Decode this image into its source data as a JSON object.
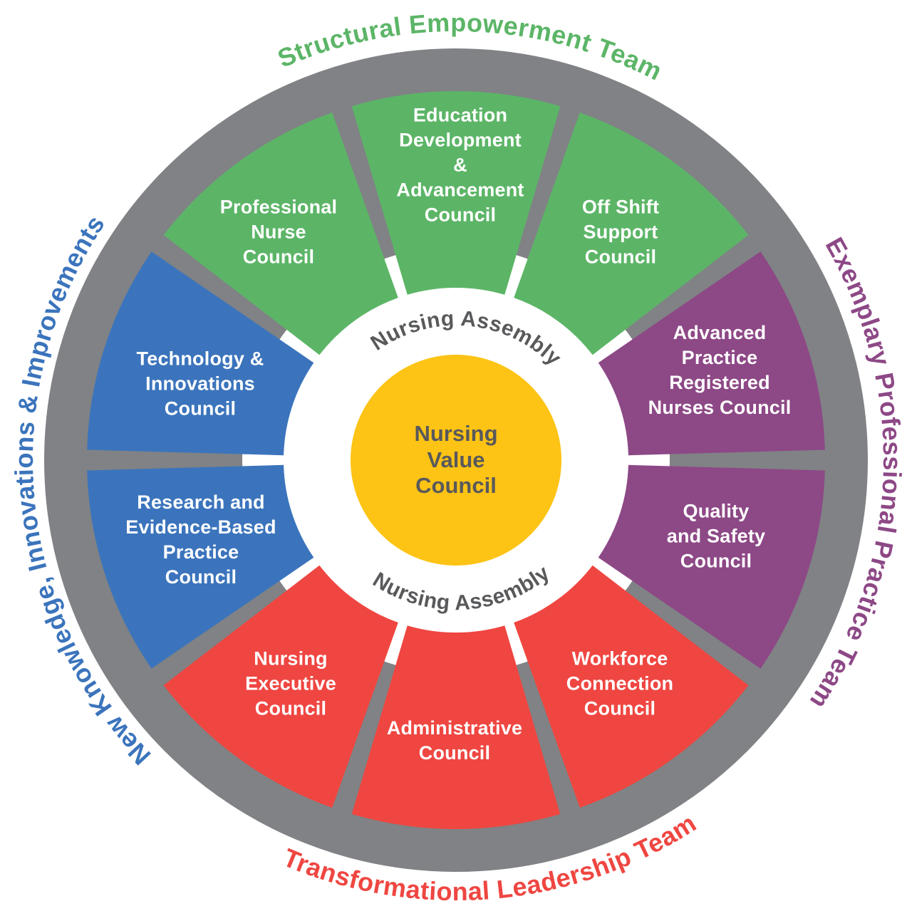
{
  "diagram": {
    "center_circle": {
      "label": "Nursing\nValue\nCouncil",
      "fill_color": "#FDC315",
      "text_color": "#58595B"
    },
    "assembly_ring": {
      "top_label": "Nursing Assembly",
      "bottom_label": "Nursing Assembly",
      "text_color": "#58595B",
      "ring_color": "#FFFFFF"
    },
    "outer_ring_color": "#808285",
    "teams": [
      {
        "id": "structural-empowerment",
        "label": "Structural Empowerment Team",
        "color": "#5CB567",
        "position": "top"
      },
      {
        "id": "exemplary-professional-practice",
        "label": "Exemplary Professional Practice Team",
        "color": "#8D4886",
        "position": "right"
      },
      {
        "id": "transformational-leadership",
        "label": "Transformational Leadership Team",
        "color": "#EF4641",
        "position": "bottom"
      },
      {
        "id": "new-knowledge-innovations-improvements",
        "label": "New Knowledge, Innovations & Improvements",
        "color": "#3B74BC",
        "position": "left"
      }
    ],
    "councils": [
      {
        "label": "Professional\nNurse\nCouncil",
        "team": "structural-empowerment"
      },
      {
        "label": "Education\nDevelopment\n&\nAdvancement\nCouncil",
        "team": "structural-empowerment"
      },
      {
        "label": "Off Shift\nSupport\nCouncil",
        "team": "structural-empowerment"
      },
      {
        "label": "Advanced\nPractice\nRegistered\nNurses Council",
        "team": "exemplary-professional-practice"
      },
      {
        "label": "Quality\nand Safety\nCouncil",
        "team": "exemplary-professional-practice"
      },
      {
        "label": "Workforce\nConnection\nCouncil",
        "team": "transformational-leadership"
      },
      {
        "label": "Administrative\nCouncil",
        "team": "transformational-leadership"
      },
      {
        "label": "Nursing\nExecutive\nCouncil",
        "team": "transformational-leadership"
      },
      {
        "label": "Research and\nEvidence-Based\nPractice\nCouncil",
        "team": "new-knowledge-innovations-improvements"
      },
      {
        "label": "Technology &\nInnovations\nCouncil",
        "team": "new-knowledge-innovations-improvements"
      }
    ]
  }
}
